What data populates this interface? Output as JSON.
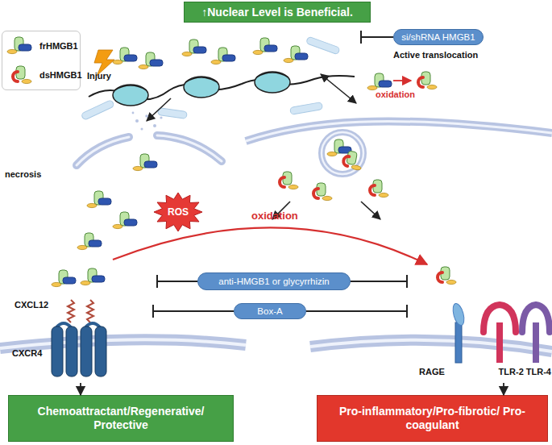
{
  "diagram": {
    "nodes": [
      {
        "text": [
          "↑Nuclear Level is Beneficial."
        ]
      },
      {
        "text": [
          "si/shRNA HMGB1"
        ]
      },
      {
        "text": [
          "ROS"
        ]
      },
      {
        "text": [
          "anti-HMGB1 or glycyrrhizin"
        ]
      },
      {
        "text": [
          "Box-A"
        ]
      },
      {
        "text": [
          "CXCR4"
        ]
      },
      {
        "text": [
          "RAGE",
          "TLR-2 TLR-4"
        ]
      },
      {
        "text": [
          "Chemoattractant/Regenerative/ Protective"
        ]
      },
      {
        "text": [
          "Pro-inflammatory/Pro-fibrotic/ Pro-coagulant"
        ]
      }
    ],
    "edges": [
      {
        "from": 5,
        "to": 7,
        "arrow": "to"
      },
      {
        "from": 6,
        "to": 8,
        "arrow": "to"
      }
    ],
    "labels": [
      "Injury",
      "Active translocation",
      "oxidation",
      "necrosis",
      "oxidation",
      "CXCL12"
    ],
    "legend": [
      {
        "text": "frHMGB1"
      },
      {
        "text": "dsHMGB1"
      }
    ]
  }
}
